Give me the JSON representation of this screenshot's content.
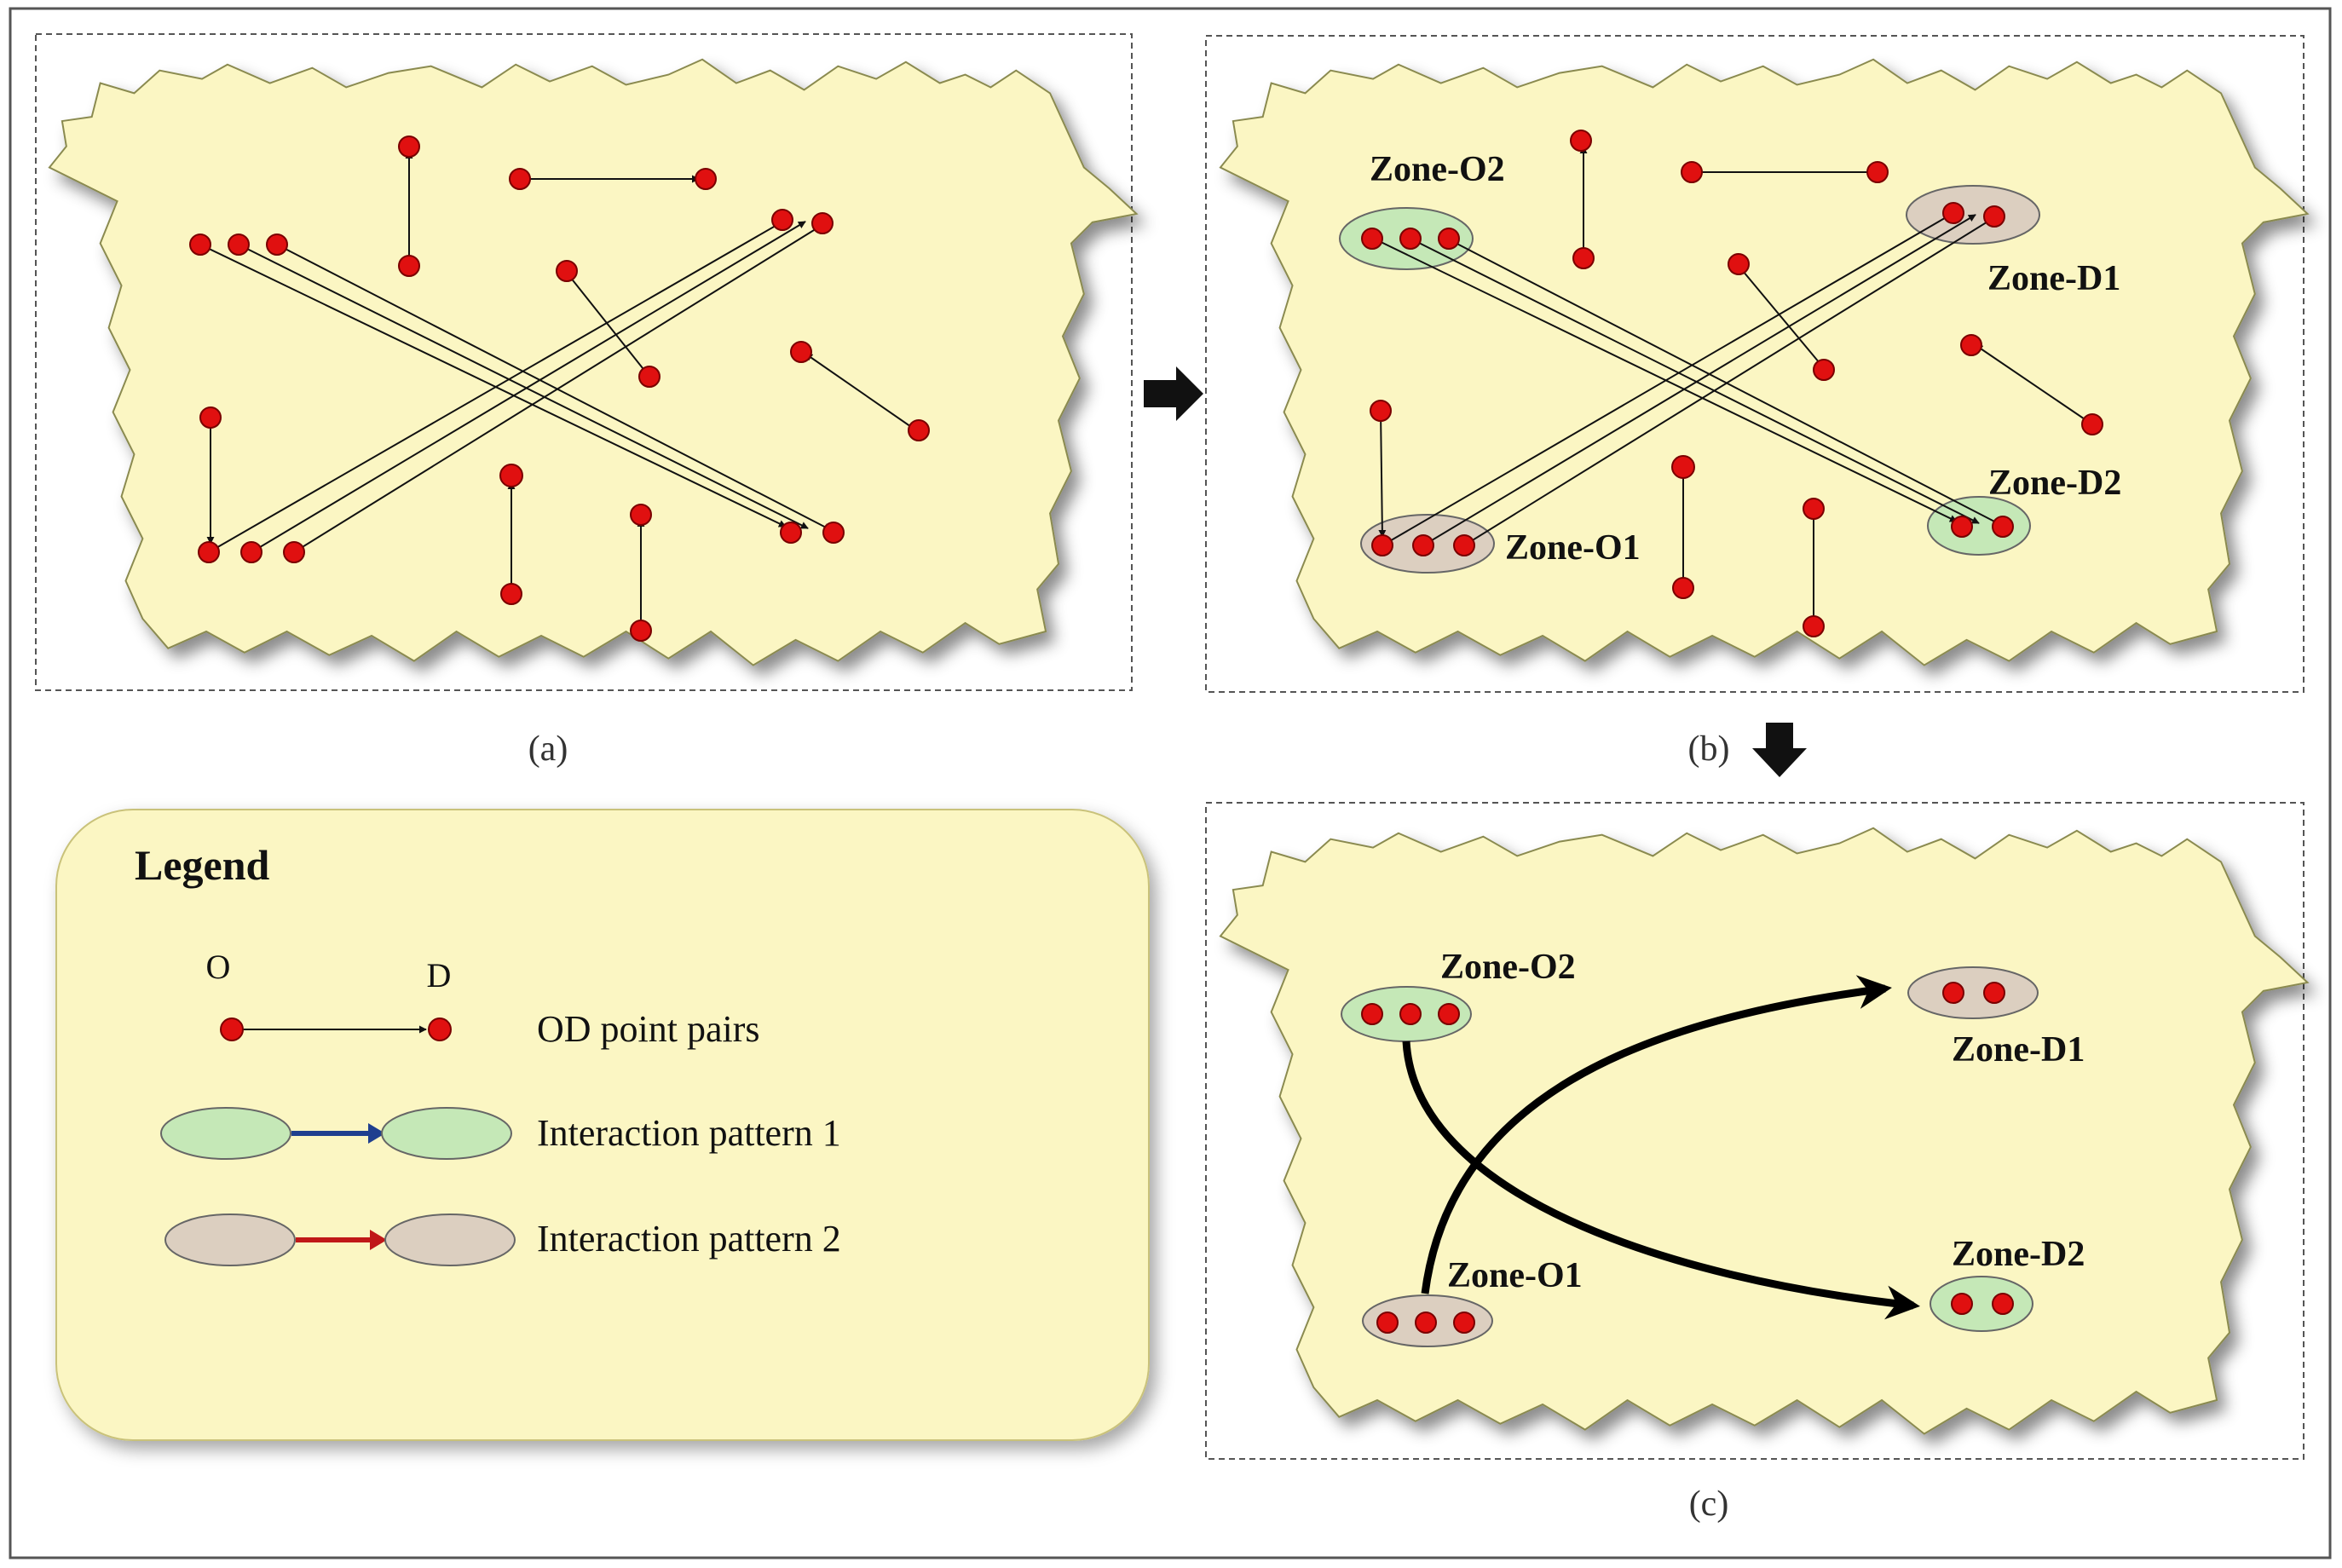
{
  "panels": {
    "a": {
      "caption": "(a)"
    },
    "b": {
      "caption": "(b)",
      "zones": {
        "o2": "Zone-O2",
        "d1": "Zone-D1",
        "d2": "Zone-D2",
        "o1": "Zone-O1"
      }
    },
    "c": {
      "caption": "(c)",
      "zones": {
        "o2": "Zone-O2",
        "d1": "Zone-D1",
        "d2": "Zone-D2",
        "o1": "Zone-O1"
      }
    }
  },
  "legend": {
    "title": "Legend",
    "o_label": "O",
    "d_label": "D",
    "od_pairs": "OD point pairs",
    "pattern1": "Interaction pattern 1",
    "pattern2": "Interaction pattern 2"
  },
  "colors": {
    "map_fill": "#fbf6c3",
    "point": "#e01010",
    "zone_green": "#c5e8b7",
    "zone_tan": "#dccfc0",
    "arrow_blue": "#1f3f8f",
    "arrow_red": "#c01818"
  }
}
